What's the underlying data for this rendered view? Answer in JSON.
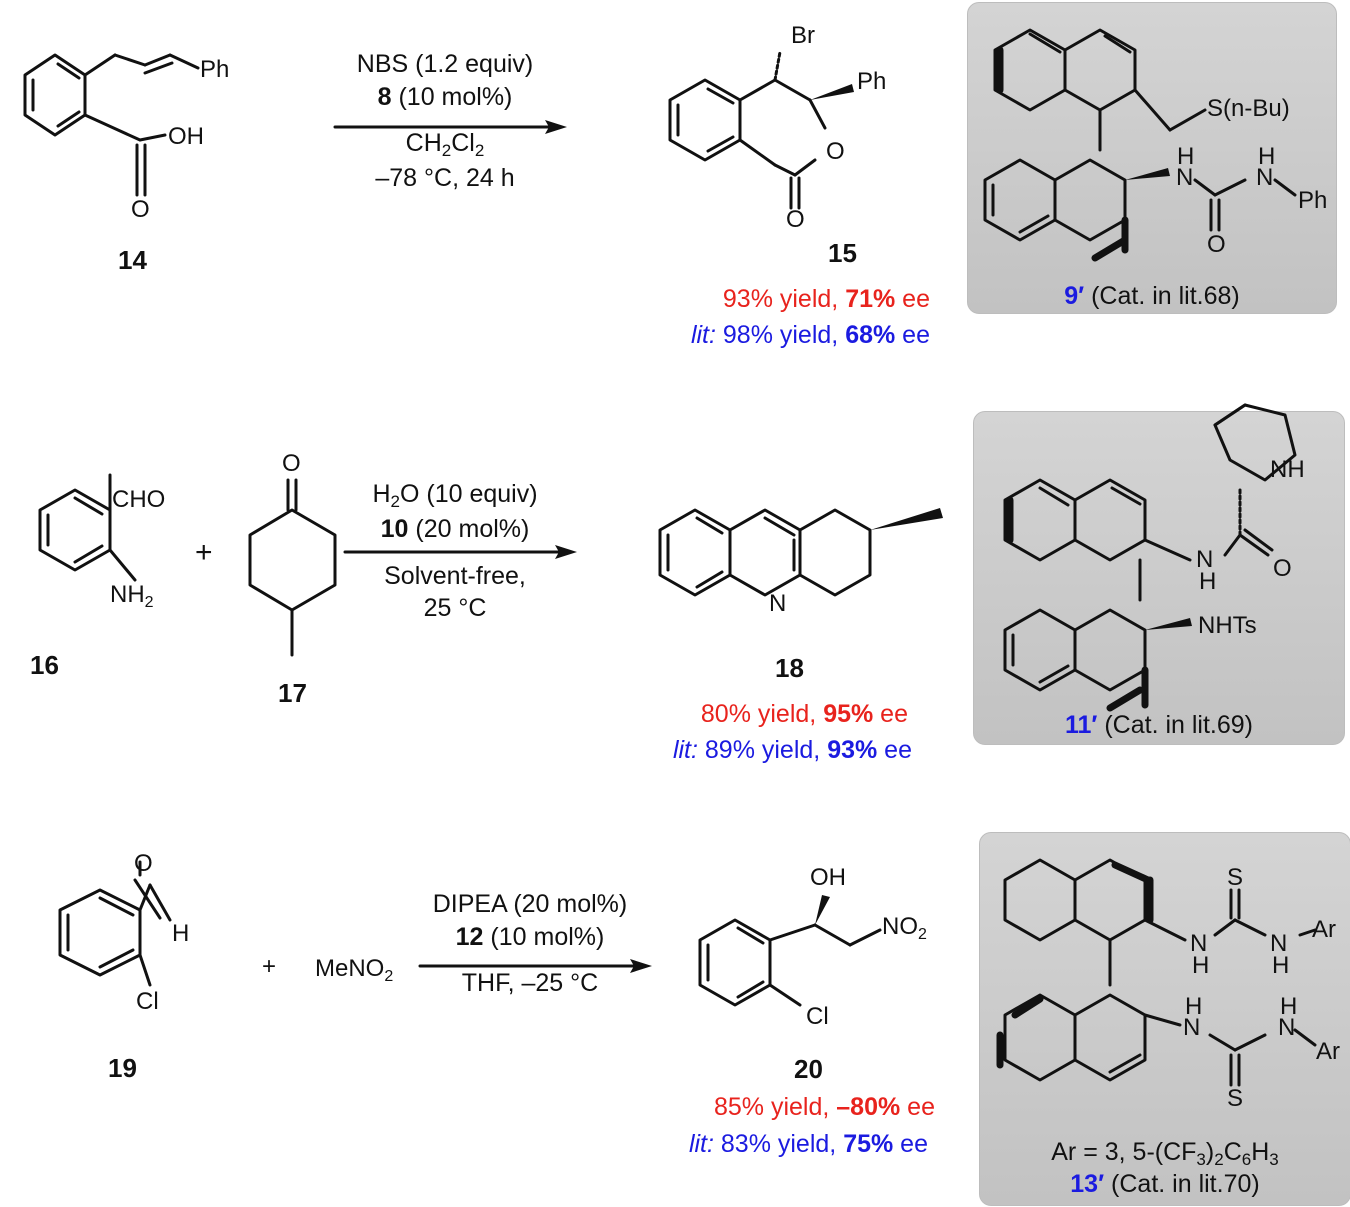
{
  "scheme1": {
    "substrate": {
      "number": "14",
      "ph": "Ph",
      "oh": "OH",
      "o": "O"
    },
    "conditions": {
      "line1": "NBS (1.2 equiv)",
      "cat_num": "8",
      "cat_rest": " (10 mol%)",
      "solvent_main": "CH",
      "solvent_sub1": "2",
      "solvent_cl": "Cl",
      "solvent_sub2": "2",
      "temp": "–78 °C, 24 h"
    },
    "product": {
      "number": "15",
      "br": "Br",
      "ph": "Ph",
      "o_ring": "O",
      "o_carbonyl": "O"
    },
    "result": {
      "yield": "93% yield, ",
      "ee_val": "71%",
      "ee": " ee"
    },
    "lit": {
      "prefix": "lit:",
      "yield": " 98% yield, ",
      "ee_val": "68%",
      "ee": " ee"
    },
    "catalyst": {
      "sbu": "S(n-Bu)",
      "h1": "H",
      "n1": "N",
      "h2": "H",
      "n2": "N",
      "ph": "Ph",
      "o": "O",
      "num": "9′",
      "cap": " (Cat. in lit.68)"
    }
  },
  "scheme2": {
    "substrate1": {
      "number": "16",
      "cho": "CHO",
      "nh": "NH",
      "nh_sub": "2"
    },
    "plus": "+",
    "substrate2": {
      "number": "17",
      "o": "O"
    },
    "conditions": {
      "h": "H",
      "h_sub": "2",
      "line1_rest": "O (10 equiv)",
      "cat_num": "10",
      "cat_rest": " (20 mol%)",
      "line3": "Solvent-free,",
      "line4": "25 °C"
    },
    "product": {
      "number": "18",
      "n": "N"
    },
    "result": {
      "yield": "80% yield, ",
      "ee_val": "95%",
      "ee": " ee"
    },
    "lit": {
      "prefix": "lit:",
      "yield": " 89% yield, ",
      "ee_val": "93%",
      "ee": " ee"
    },
    "catalyst": {
      "nh_pyr": "NH",
      "n_amide": "N",
      "h_amide": "H",
      "o": "O",
      "nhts": "NHTs",
      "num": "11′",
      "cap": " (Cat. in lit.69)"
    }
  },
  "scheme3": {
    "substrate1": {
      "number": "19",
      "o": "O",
      "h": "H",
      "cl": "Cl"
    },
    "plus": "+",
    "reagent": {
      "main": "MeNO",
      "sub": "2"
    },
    "conditions": {
      "line1": "DIPEA (20 mol%)",
      "cat_num": "12",
      "cat_rest": " (10 mol%)",
      "line3": "THF, –25 °C"
    },
    "product": {
      "number": "20",
      "oh": "OH",
      "no": "NO",
      "no_sub": "2",
      "cl": "Cl"
    },
    "result": {
      "yield": "85% yield, ",
      "ee_val": "–80%",
      "ee": " ee"
    },
    "lit": {
      "prefix": "lit:",
      "yield": " 83% yield, ",
      "ee_val": "75%",
      "ee": " ee"
    },
    "catalyst": {
      "s1": "S",
      "ar1": "Ar",
      "n1": "N",
      "h1": "H",
      "n2": "N",
      "h2": "H",
      "h3": "H",
      "n3": "N",
      "n4": "N",
      "h4": "H",
      "ar2": "Ar",
      "s2": "S",
      "ar_def_main": "Ar = 3, 5-(CF",
      "ar_def_sub1": "3",
      "ar_def_mid": ")",
      "ar_def_sub2": "2",
      "ar_def_c": "C",
      "ar_def_sub3": "6",
      "ar_def_h": "H",
      "ar_def_sub4": "3",
      "num": "13′",
      "cap": " (Cat. in lit.70)"
    }
  },
  "colors": {
    "red": "#e8231d",
    "blue": "#1b1be0",
    "box": "#c8c8c8"
  }
}
